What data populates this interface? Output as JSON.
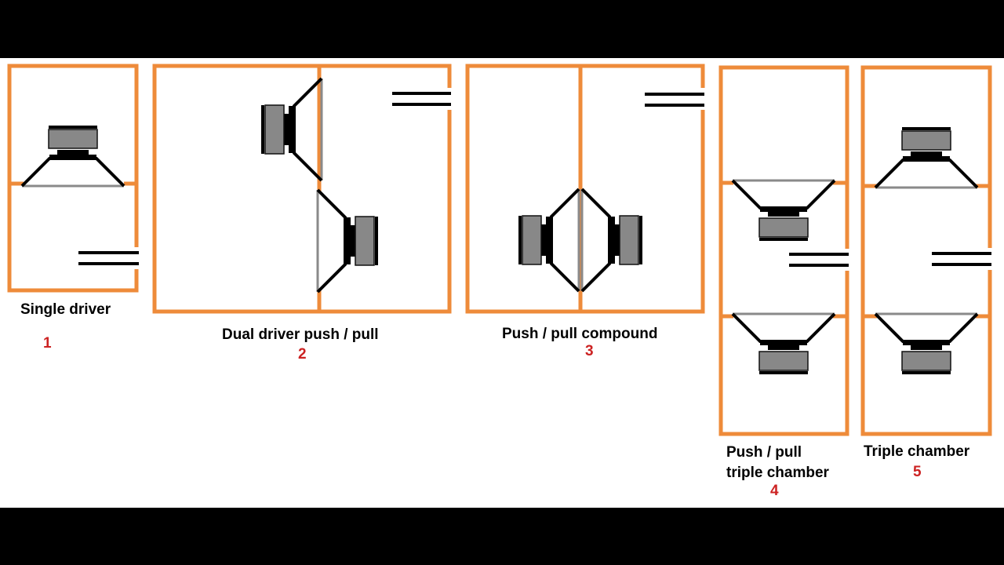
{
  "colors": {
    "enclosure": "#EE8B3A",
    "magnet": "#888888",
    "number": "#CC2222",
    "cone_face": "#8A8A8A",
    "line": "#000000",
    "bar": "#000000"
  },
  "icons": [
    "speaker-driver-icon"
  ],
  "designs": [
    {
      "label": "Single driver",
      "number": "1"
    },
    {
      "label": "Dual driver push / pull",
      "number": "2"
    },
    {
      "label": "Push / pull compound",
      "number": "3"
    },
    {
      "label_line1": "Push / pull",
      "label_line2": "triple chamber",
      "number": "4"
    },
    {
      "label": "Triple chamber",
      "number": "5"
    }
  ]
}
